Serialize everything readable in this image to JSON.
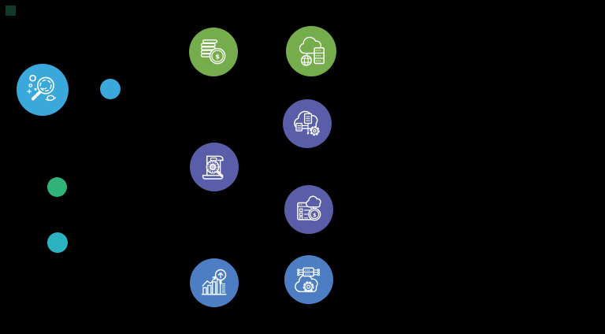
{
  "palette": {
    "background": "#000000",
    "icon_stroke": "#FFFFFF"
  },
  "glyphs": {
    "dollar": "$"
  },
  "nodes": {
    "research": {
      "icon": "magnifier-bubbles-icon",
      "color": "#3BA8DC"
    },
    "milestone_blue": {
      "icon": "dot",
      "color": "#3BA8DC"
    },
    "coins": {
      "icon": "coins-dollar-icon",
      "color": "#76AD4C"
    },
    "cloud_infrastructure": {
      "icon": "cloud-globe-server-icon",
      "color": "#76AD4C"
    },
    "cloud_data_processing": {
      "icon": "cloud-document-network-gear-icon",
      "color": "#5A5EA8"
    },
    "document_review": {
      "icon": "scroll-magnifier-gear-icon",
      "color": "#5A5EA8"
    },
    "cloud_billing": {
      "icon": "checklist-cloud-dollar-icon",
      "color": "#5A5EA8"
    },
    "growth_analysis": {
      "icon": "growth-chart-magnifier-icon",
      "color": "#4D7EC3"
    },
    "cloud_operations": {
      "icon": "server-circuit-cloud-gear-icon",
      "color": "#4D7EC3"
    },
    "milestone_green": {
      "icon": "dot",
      "color": "#31B377"
    },
    "milestone_teal": {
      "icon": "dot",
      "color": "#2AB4C2"
    },
    "corner_swatch": {
      "icon": "square",
      "color": "#123A28"
    }
  }
}
